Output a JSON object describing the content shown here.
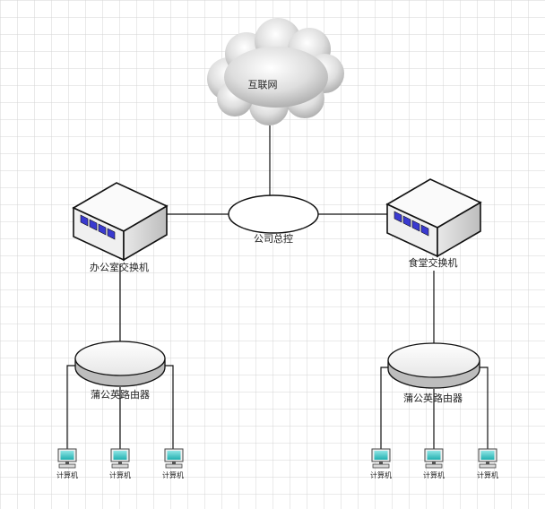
{
  "internet": {
    "label": "互联网"
  },
  "core": {
    "label": "公司总控"
  },
  "switches": {
    "office": {
      "label": "办公室交换机"
    },
    "canteen": {
      "label": "食堂交换机"
    }
  },
  "routers": {
    "left": {
      "label": "蒲公英路由器"
    },
    "right": {
      "label": "蒲公英路由器"
    }
  },
  "computers": [
    {
      "label": "计算机"
    },
    {
      "label": "计算机"
    },
    {
      "label": "计算机"
    },
    {
      "label": "计算机"
    },
    {
      "label": "计算机"
    },
    {
      "label": "计算机"
    }
  ],
  "colors": {
    "grid": "#d4d4d4",
    "line": "#111111",
    "device_blue": "#3a3ad0",
    "screen": "#38c8c8"
  }
}
